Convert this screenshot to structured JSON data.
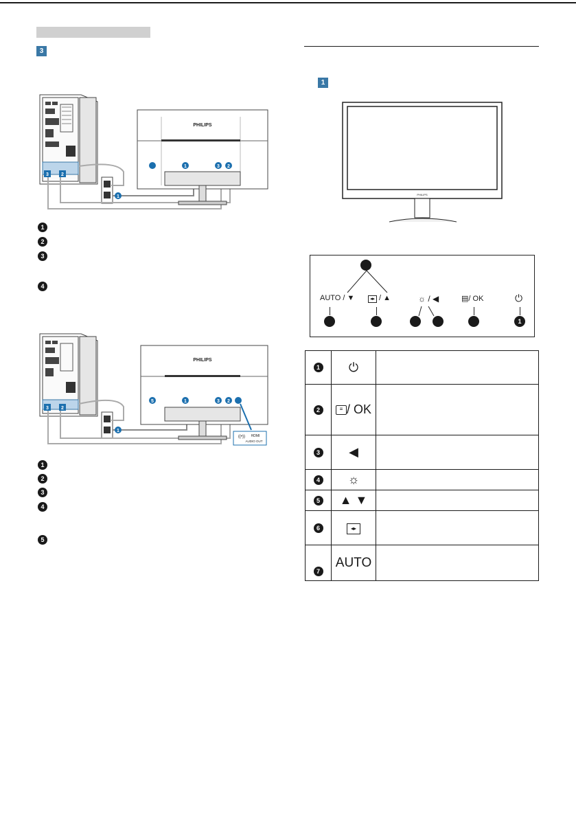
{
  "figure_labels": {
    "step3": "3",
    "step1": "1",
    "brand": "PHILIPS",
    "hdmi_label": "HDMI",
    "audio_out_label": "AUDIO OUT"
  },
  "diagram1_callouts": [
    "1",
    "3",
    "2"
  ],
  "diagram2_callouts": [
    "5",
    "1",
    "3",
    "2"
  ],
  "pc_callouts": [
    "3",
    "2"
  ],
  "outlet_callout": "1",
  "list1": [
    "1",
    "2",
    "3",
    "4"
  ],
  "list2": [
    "1",
    "2",
    "3",
    "4",
    "5"
  ],
  "button_panel": {
    "top_callout": "",
    "labels": {
      "auto": "AUTO /",
      "menu_ok": "/ OK"
    },
    "power_callout": "1"
  },
  "controls_table": [
    {
      "num": "1",
      "icon": "power-icon"
    },
    {
      "num": "2",
      "icon": "menu-ok-icon",
      "text": "/ OK"
    },
    {
      "num": "3",
      "icon": "left-arrow-icon"
    },
    {
      "num": "4",
      "icon": "brightness-icon"
    },
    {
      "num": "5",
      "icon": "up-down-arrows-icon"
    },
    {
      "num": "6",
      "icon": "aspect-ratio-icon"
    },
    {
      "num": "7",
      "icon": "auto-text",
      "text": "AUTO"
    }
  ],
  "colors": {
    "accent_blue": "#3a78a6",
    "callout_blue": "#1b6fae",
    "grey_bar": "#d0d0d0"
  }
}
